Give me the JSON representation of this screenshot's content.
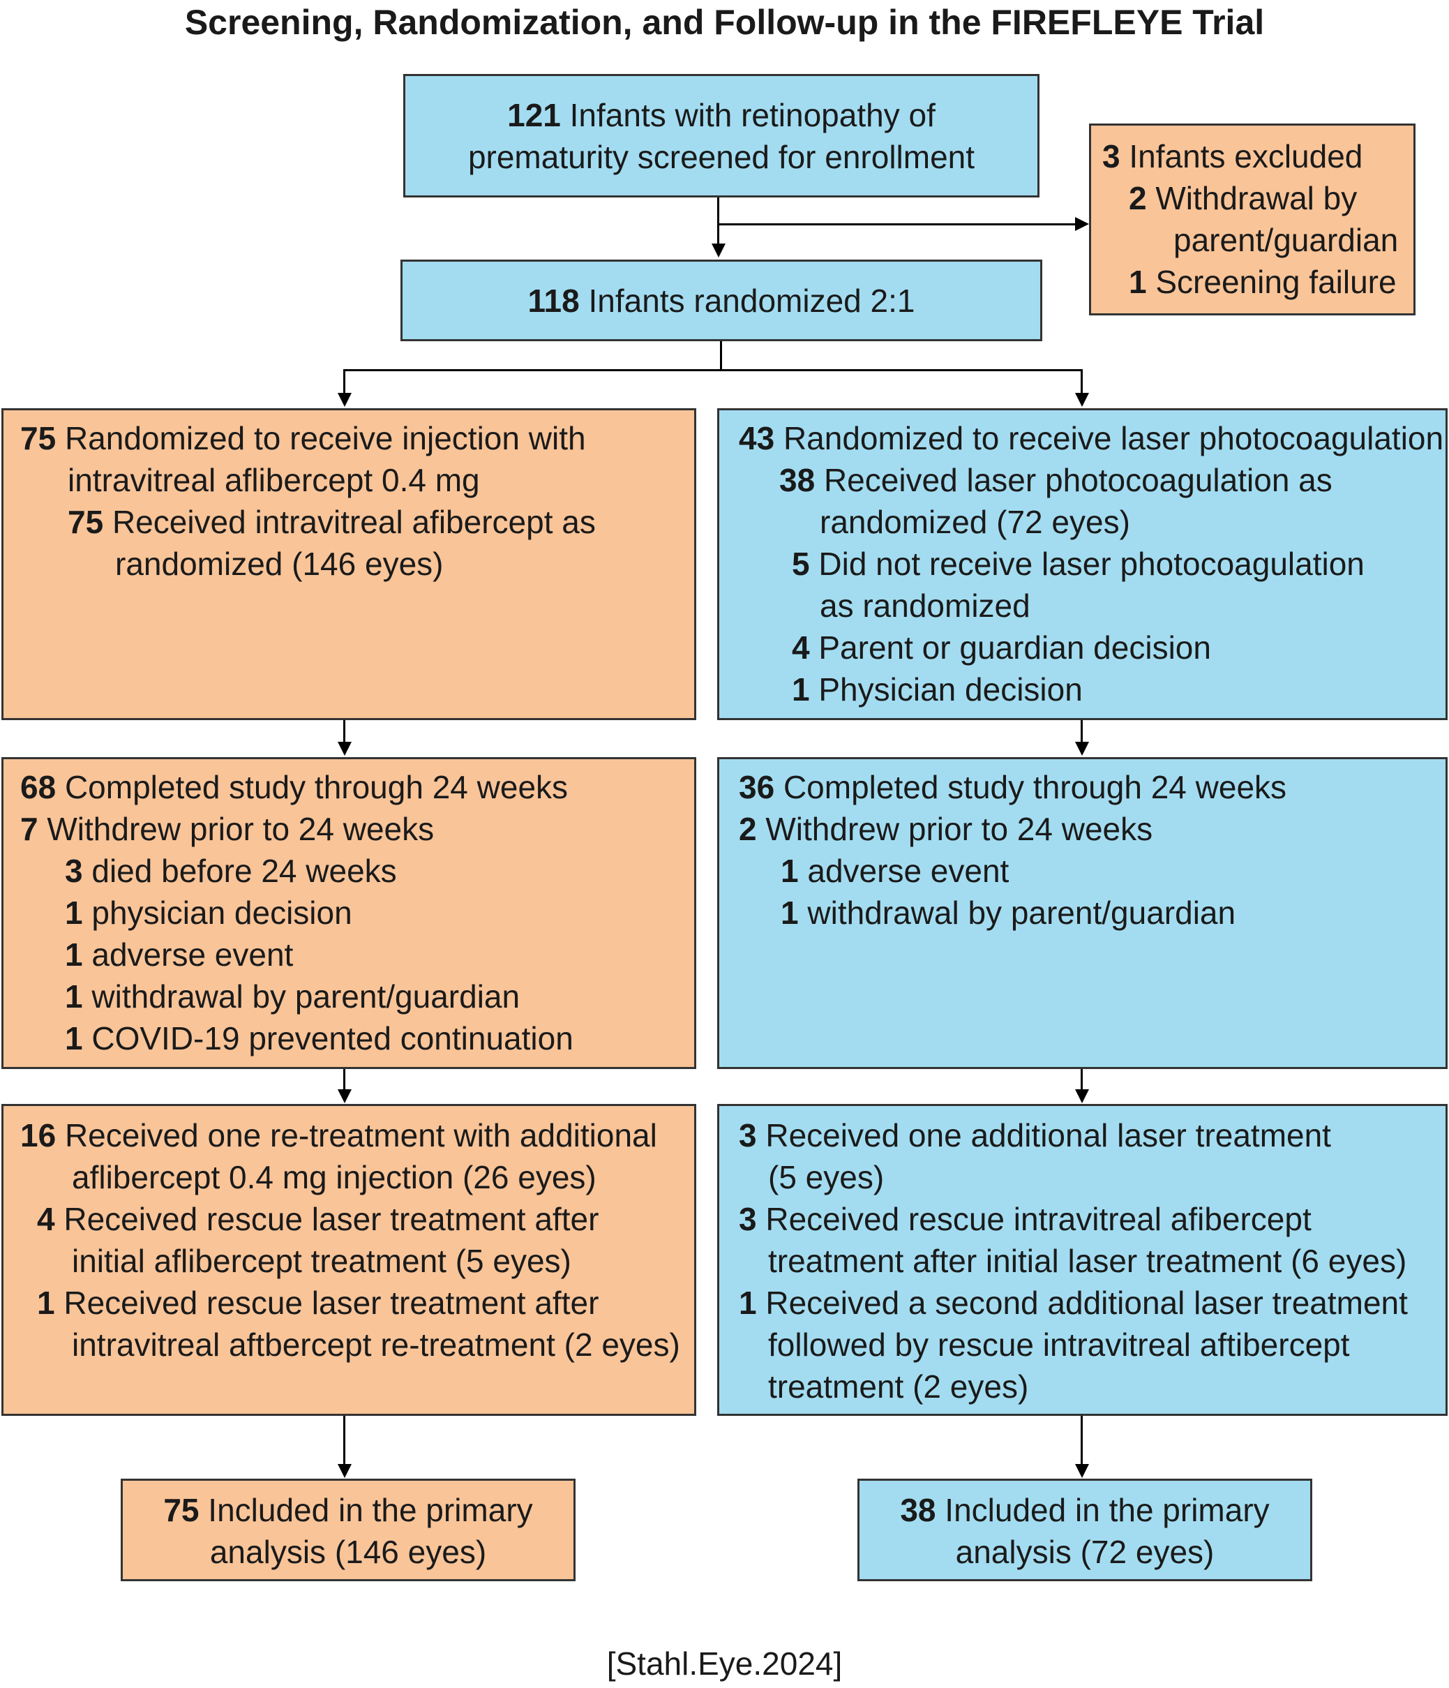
{
  "title": "Screening, Randomization, and Follow-up in the FIREFLEYE Trial",
  "citation": "[Stahl.Eye.2024]",
  "colors": {
    "orange": "#f8c498",
    "blue": "#a3dcf0",
    "border": "#333333"
  },
  "boxes": {
    "screened": {
      "lines": [
        {
          "num": "121",
          "text": " Infants with retinopathy of"
        },
        {
          "num": "",
          "text": "prematurity screened for enrollment"
        }
      ]
    },
    "excluded": {
      "lines": [
        {
          "num": "3",
          "text": " Infants excluded"
        },
        {
          "num": "2",
          "text": " Withdrawal by"
        },
        {
          "num": "",
          "text": "parent/guardian"
        },
        {
          "num": "1",
          "text": " Screening failure"
        }
      ]
    },
    "randomized": {
      "lines": [
        {
          "num": "118",
          "text": " Infants randomized 2:1"
        }
      ]
    },
    "left_alloc": {
      "lines": [
        {
          "num": "75",
          "text": " Randomized to receive injection with"
        },
        {
          "num": "",
          "text": "intravitreal aflibercept 0.4 mg"
        },
        {
          "num": "75",
          "text": " Received intravitreal afibercept as"
        },
        {
          "num": "",
          "text": "randomized (146 eyes)"
        }
      ]
    },
    "right_alloc": {
      "lines": [
        {
          "num": "43",
          "text": " Randomized to receive laser photocoagulation"
        },
        {
          "num": "38",
          "text": " Received laser photocoagulation as"
        },
        {
          "num": "",
          "text": "randomized (72 eyes)"
        },
        {
          "num": "5",
          "text": " Did not receive laser photocoagulation"
        },
        {
          "num": "",
          "text": "as randomized"
        },
        {
          "num": "4",
          "text": " Parent or guardian decision"
        },
        {
          "num": "1",
          "text": " Physician decision"
        }
      ]
    },
    "left_followup": {
      "lines": [
        {
          "num": "68",
          "text": " Completed study through 24 weeks"
        },
        {
          "num": "7",
          "text": " Withdrew prior to 24 weeks"
        },
        {
          "num": "3",
          "text": " died before 24 weeks"
        },
        {
          "num": "1",
          "text": " physician decision"
        },
        {
          "num": "1",
          "text": " adverse event"
        },
        {
          "num": "1",
          "text": " withdrawal by parent/guardian"
        },
        {
          "num": "1",
          "text": " COVID-19 prevented continuation"
        }
      ]
    },
    "right_followup": {
      "lines": [
        {
          "num": "36",
          "text": " Completed study through 24 weeks"
        },
        {
          "num": "2",
          "text": " Withdrew prior to 24 weeks"
        },
        {
          "num": "1",
          "text": " adverse event"
        },
        {
          "num": "1",
          "text": " withdrawal by parent/guardian"
        }
      ]
    },
    "left_retreat": {
      "lines": [
        {
          "num": "16",
          "text": " Received one re-treatment with additional"
        },
        {
          "num": "",
          "text": "aflibercept 0.4 mg injection (26 eyes)"
        },
        {
          "num": "4",
          "text": " Received rescue laser treatment after"
        },
        {
          "num": "",
          "text": "initial aflibercept treatment (5 eyes)"
        },
        {
          "num": "1",
          "text": " Received rescue laser treatment after"
        },
        {
          "num": "",
          "text": "intravitreal aftbercept re-treatment (2 eyes)"
        }
      ]
    },
    "right_retreat": {
      "lines": [
        {
          "num": "3",
          "text": " Received one additional laser treatment"
        },
        {
          "num": "",
          "text": "(5 eyes)"
        },
        {
          "num": "3",
          "text": " Received rescue intravitreal afibercept"
        },
        {
          "num": "",
          "text": "treatment after initial laser treatment (6 eyes)"
        },
        {
          "num": "1",
          "text": " Received a second additional laser treatment"
        },
        {
          "num": "",
          "text": "followed by rescue intravitreal aftibercept"
        },
        {
          "num": "",
          "text": "treatment (2 eyes)"
        }
      ]
    },
    "left_analysis": {
      "lines": [
        {
          "num": "75",
          "text": " Included in the primary"
        },
        {
          "num": "",
          "text": "analysis (146 eyes)"
        }
      ]
    },
    "right_analysis": {
      "lines": [
        {
          "num": "38",
          "text": " Included in the primary"
        },
        {
          "num": "",
          "text": "analysis (72 eyes)"
        }
      ]
    }
  }
}
